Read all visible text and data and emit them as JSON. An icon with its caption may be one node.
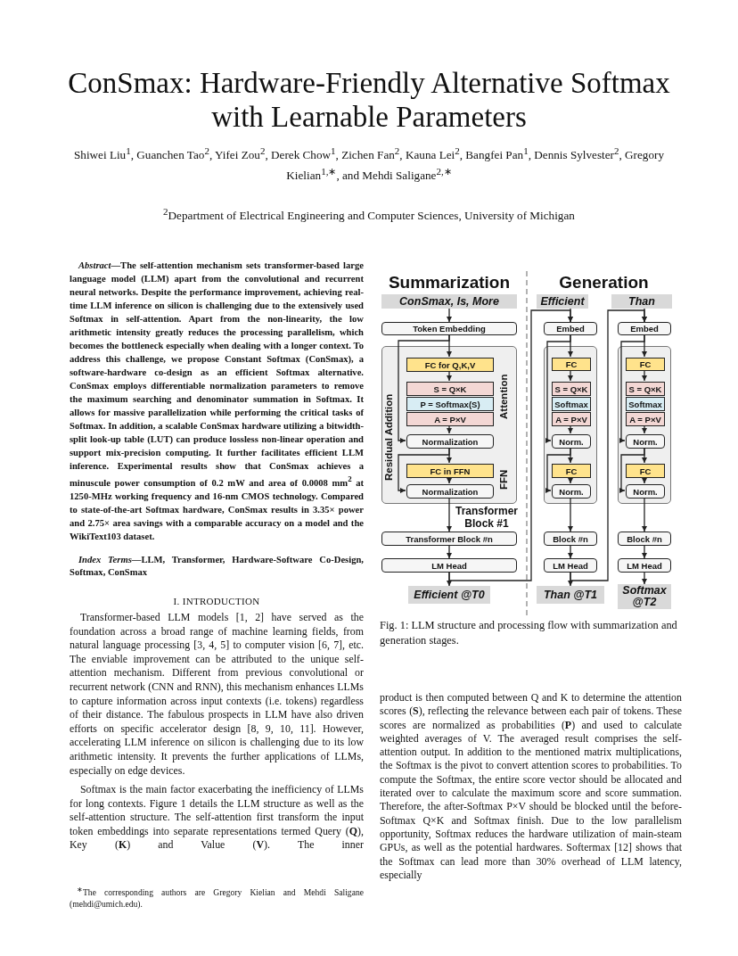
{
  "diagram": {
    "title": "ConSmax: Hardware-Friendly Alternative Softmax with Learnable Parameters",
    "caption": "Fig. 1: LLM structure and processing flow with summarization and generation stages.",
    "nodes": [
      {
        "text": [
          "ConSmax, Is, More"
        ]
      },
      {
        "text": [
          "Token Embedding"
        ]
      },
      {
        "text": [],
        "shape": "box"
      },
      {
        "text": [
          "FC for Q,K,V"
        ],
        "in": 2
      },
      {
        "text": [
          "S = Q×K"
        ],
        "in": 2
      },
      {
        "text": [
          "P = Softmax(S)"
        ],
        "in": 2
      },
      {
        "text": [
          "A = P×V"
        ],
        "in": 2
      },
      {
        "text": [
          "Normalization"
        ],
        "in": 2
      },
      {
        "text": [
          "FC in FFN"
        ],
        "in": 2
      },
      {
        "text": [
          "Normalization"
        ],
        "in": 2
      },
      {
        "text": [
          "Transformer Block #n"
        ]
      },
      {
        "text": [
          "LM Head"
        ]
      },
      {
        "text": [
          "Efficient @T0"
        ]
      },
      {
        "text": [
          "Efficient"
        ]
      },
      {
        "text": [
          "Embed"
        ]
      },
      {
        "text": [],
        "shape": "box"
      },
      {
        "text": [
          "FC"
        ],
        "in": 15
      },
      {
        "text": [
          "S = Q×K"
        ],
        "in": 15
      },
      {
        "text": [
          "Softmax"
        ],
        "in": 15
      },
      {
        "text": [
          "A = P×V"
        ],
        "in": 15
      },
      {
        "text": [
          "Norm."
        ],
        "in": 15
      },
      {
        "text": [
          "FC"
        ],
        "in": 15
      },
      {
        "text": [
          "Norm."
        ],
        "in": 15
      },
      {
        "text": [
          "Block #n"
        ]
      },
      {
        "text": [
          "LM Head"
        ]
      },
      {
        "text": [
          "Than @T1"
        ]
      },
      {
        "text": [
          "Than"
        ]
      },
      {
        "text": [
          "Embed"
        ]
      },
      {
        "text": [],
        "shape": "box"
      },
      {
        "text": [
          "FC"
        ],
        "in": 28
      },
      {
        "text": [
          "S = Q×K"
        ],
        "in": 28
      },
      {
        "text": [
          "Softmax"
        ],
        "in": 28
      },
      {
        "text": [
          "A = P×V"
        ],
        "in": 28
      },
      {
        "text": [
          "Norm."
        ],
        "in": 28
      },
      {
        "text": [
          "FC"
        ],
        "in": 28
      },
      {
        "text": [
          "Norm."
        ],
        "in": 28
      },
      {
        "text": [
          "Block #n"
        ]
      },
      {
        "text": [
          "LM Head"
        ]
      },
      {
        "text": [
          "Softmax @T2"
        ]
      }
    ],
    "edges": [
      {
        "from": 0,
        "to": 1,
        "arrow": "to"
      },
      {
        "from": 1,
        "to": 3,
        "arrow": "to"
      },
      {
        "from": 1,
        "to": 7,
        "arrow": "to"
      },
      {
        "from": 3,
        "to": 4,
        "arrow": "to"
      },
      {
        "from": 6,
        "to": 7,
        "arrow": "to"
      },
      {
        "from": 7,
        "to": 8,
        "arrow": "to"
      },
      {
        "from": 7,
        "to": 9,
        "arrow": "to"
      },
      {
        "from": 8,
        "to": 9,
        "arrow": "to"
      },
      {
        "from": 9,
        "to": 10,
        "arrow": "to"
      },
      {
        "from": 10,
        "to": 11,
        "arrow": "to"
      },
      {
        "from": 11,
        "to": 12,
        "arrow": "to"
      },
      {
        "from": 11,
        "to": 14,
        "arrow": "to"
      },
      {
        "from": 13,
        "to": 14,
        "arrow": "to"
      },
      {
        "from": 14,
        "to": 16,
        "arrow": "to"
      },
      {
        "from": 14,
        "to": 20,
        "arrow": "to"
      },
      {
        "from": 16,
        "to": 17,
        "arrow": "to"
      },
      {
        "from": 19,
        "to": 20,
        "arrow": "to"
      },
      {
        "from": 20,
        "to": 21,
        "arrow": "to"
      },
      {
        "from": 20,
        "to": 22,
        "arrow": "to"
      },
      {
        "from": 21,
        "to": 22,
        "arrow": "to"
      },
      {
        "from": 22,
        "to": 23,
        "arrow": "to"
      },
      {
        "from": 23,
        "to": 24,
        "arrow": "to"
      },
      {
        "from": 24,
        "to": 25,
        "arrow": "to"
      },
      {
        "from": 24,
        "to": 27,
        "arrow": "to"
      },
      {
        "from": 26,
        "to": 27,
        "arrow": "to"
      },
      {
        "from": 27,
        "to": 29,
        "arrow": "to"
      },
      {
        "from": 27,
        "to": 33,
        "arrow": "to"
      },
      {
        "from": 29,
        "to": 30,
        "arrow": "to"
      },
      {
        "from": 32,
        "to": 33,
        "arrow": "to"
      },
      {
        "from": 33,
        "to": 34,
        "arrow": "to"
      },
      {
        "from": 33,
        "to": 35,
        "arrow": "to"
      },
      {
        "from": 34,
        "to": 35,
        "arrow": "to"
      },
      {
        "from": 35,
        "to": 36,
        "arrow": "to"
      },
      {
        "from": 36,
        "to": 37,
        "arrow": "to"
      },
      {
        "from": 37,
        "to": 38,
        "arrow": "to"
      }
    ],
    "labels": [
      "Shiwei Liu$^{1}$, Guanchen Tao$^{2}$, Yifei Zou$^{2}$, Derek Chow$^{1}$, Zichen Fan$^{2}$, Kauna Lei$^{2}$, Bangfei Pan$^{1}$, Dennis Sylvester$^{2}$, Gregory Kielian$^{1,∗}$, and Mehdi Saligane$^{2,∗}$",
      "$^{2}$Department of Electrical Engineering and Computer Sciences, University of Michigan",
      "*Abstract*—The self-attention mechanism sets transformer-based large language model (LLM) apart from the convolutional and recurrent neural networks. Despite the performance improvement, achieving real-time LLM inference on silicon is challenging due to the extensively used Softmax in self-attention. Apart from the non-linearity, the low arithmetic intensity greatly reduces the processing parallelism, which becomes the bottleneck especially when dealing with a longer context. To address this challenge, we propose Constant Softmax (ConSmax), a software-hardware co-design as an efficient Softmax alternative. ConSmax employs differentiable normalization parameters to remove the maximum searching and denominator summation in Softmax. It allows for massive parallelization while performing the critical tasks of Softmax. In addition, a scalable ConSmax hardware utilizing a bitwidth-split look-up table (LUT) can produce lossless non-linear operation and support mix-precision computing. It further facilitates efficient LLM inference. Experimental results show that ConSmax achieves a minuscule power consumption of 0.2 mW and area of 0.0008 mm$^{2}$ at 1250-MHz working frequency and 16-nm CMOS technology. Compared to state-of-the-art Softmax hardware, ConSmax results in 3.35× power and 2.75× area savings with a comparable accuracy on a model and the WikiText103 dataset.",
      "*Index Terms*—LLM, Transformer, Hardware-Software Co-Design, Softmax, ConSmax",
      "I. INTRODUCTION",
      "Transformer-based LLM models [1, 2] have served as the foundation across a broad range of machine learning fields, from natural language processing [3, 4, 5] to computer vision [6, 7], etc. The enviable improvement can be attributed to the unique self-attention mechanism. Different from previous convolutional or recurrent network (CNN and RNN), this mechanism enhances LLMs to capture information across input contexts (i.e. tokens) regardless of their distance. The fabulous prospects in LLM have also driven efforts on specific accelerator design [8, 9, 10, 11]. However, accelerating LLM inference on silicon is challenging due to its low arithmetic intensity. It prevents the further applications of LLMs, especially on edge devices.",
      "Softmax is the main factor exacerbating the inefficiency of LLMs for long contexts. Figure 1 details the LLM structure as well as the self-attention structure. The self-attention first transform the input token embeddings into separate representations termed Query (**Q**), Key (**K**) and Value (**V**). The inner",
      "$^{∗}$The corresponding authors are Gregory Kielian and Mehdi Saligane (mehdi@umich.edu).",
      "Summarization",
      "Generation",
      "Residual Addition",
      "Attention",
      "FFN",
      "Transformer Block #1",
      "product is then computed between Q and K to determine the attention scores (**S**), reflecting the relevance between each pair of tokens. These scores are normalized as probabilities (**P**) and used to calculate weighted averages of V. The averaged result comprises the self-attention output. In addition to the mentioned matrix multiplications, the Softmax is the pivot to convert attention scores to probabilities. To compute the Softmax, the entire score vector should be allocated and iterated over to calculate the maximum score and score summation. Therefore, the after-Softmax P×V should be blocked until the before-Softmax Q×K and Softmax finish. Due to the low parallelism opportunity, Softmax reduces the hardware utilization of main-steam GPUs, as well as the potential hardwares. Softermax [12] shows that the Softmax can lead more than 30% overhead of LLM latency, especially"
    ]
  }
}
